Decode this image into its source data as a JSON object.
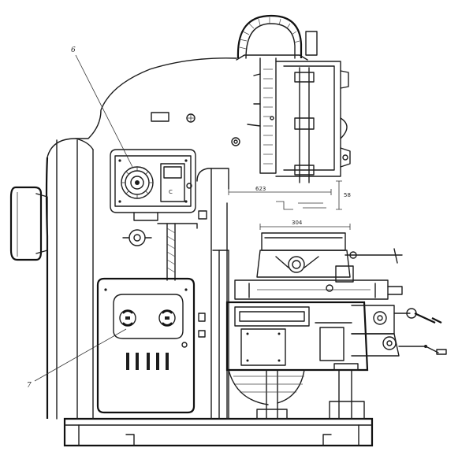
{
  "callouts": {
    "upper": "6",
    "lower": "7"
  },
  "panel_label": "С",
  "dimensions": {
    "horizontal": "623",
    "vertical": "58",
    "table": "304"
  }
}
